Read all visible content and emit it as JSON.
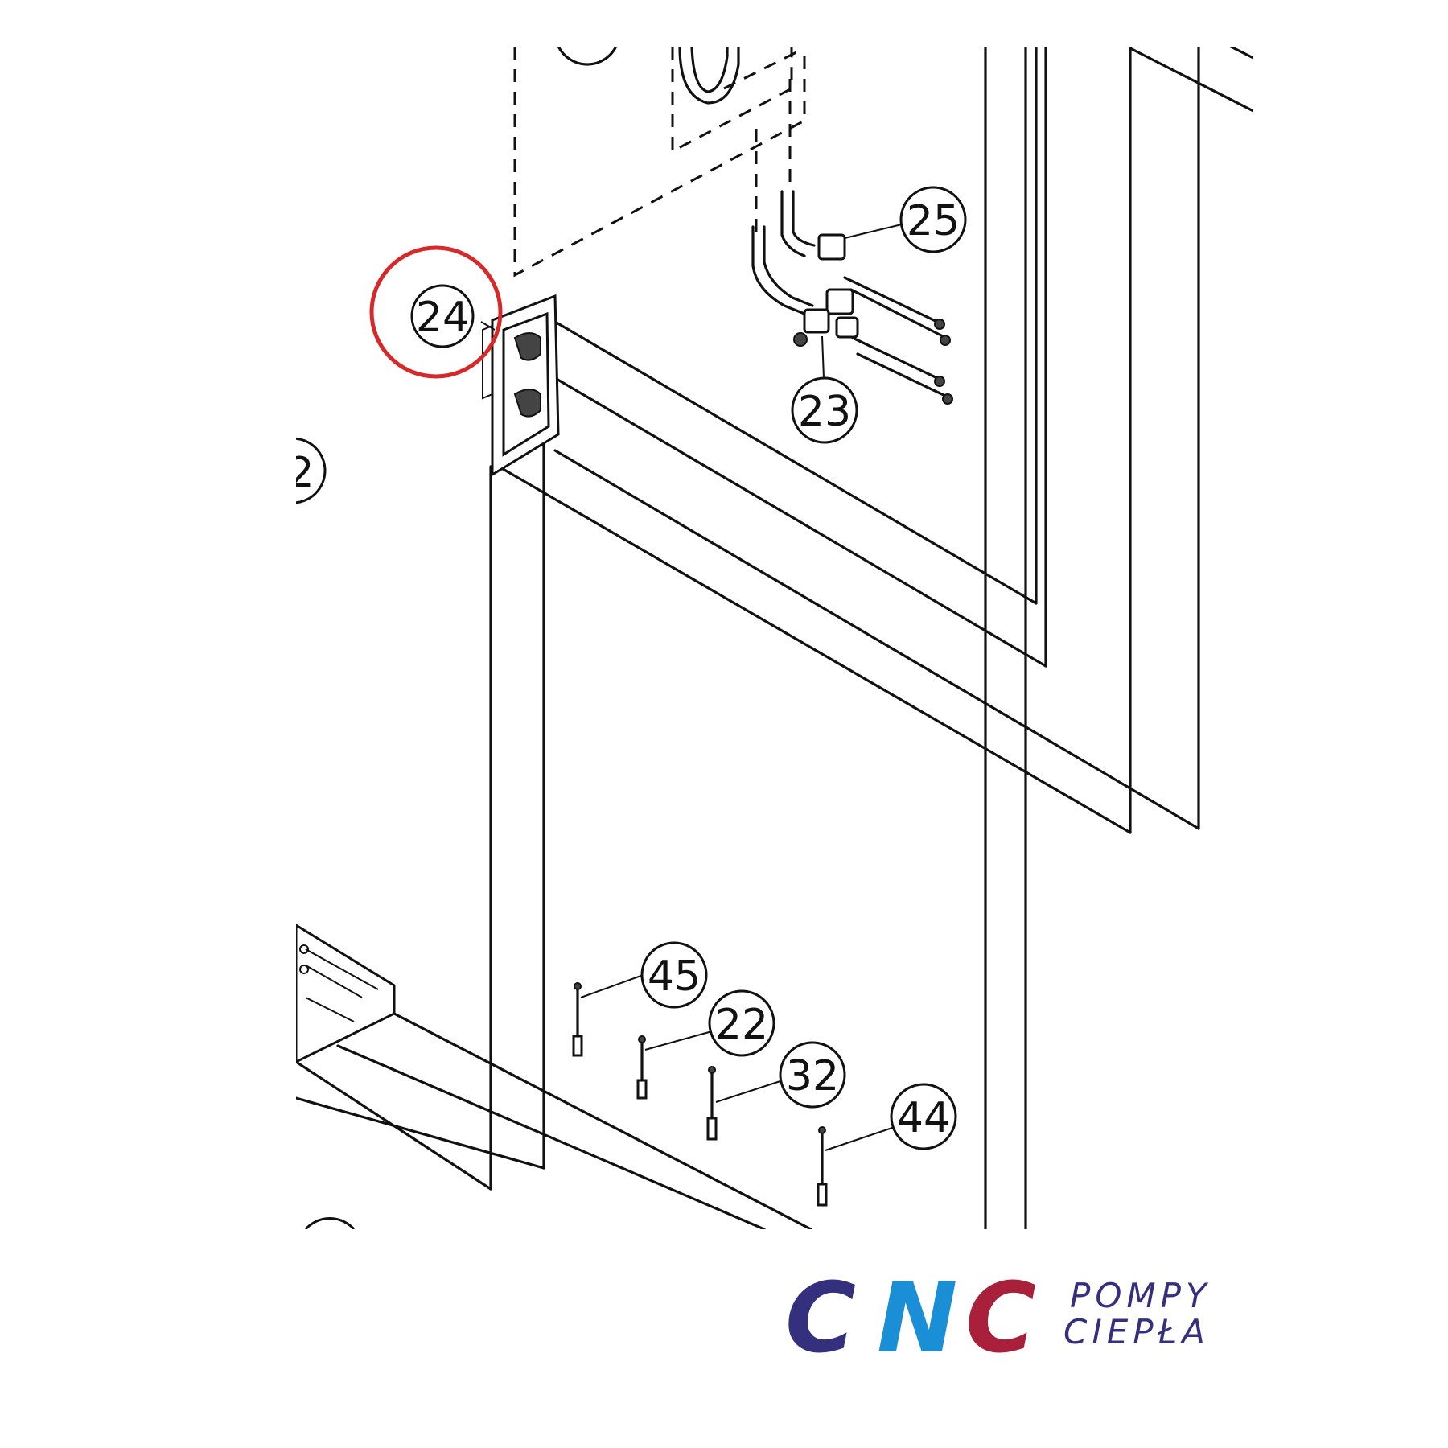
{
  "diagram": {
    "callouts": [
      {
        "id": "c25",
        "label": "25"
      },
      {
        "id": "c24",
        "label": "24",
        "highlighted": true
      },
      {
        "id": "c23",
        "label": "23"
      },
      {
        "id": "c45",
        "label": "45"
      },
      {
        "id": "c22",
        "label": "22"
      },
      {
        "id": "c32",
        "label": "32"
      },
      {
        "id": "c44",
        "label": "44"
      }
    ],
    "partial_label": "2",
    "highlight_color": "#d62a2a"
  },
  "logo": {
    "brand": "CNC",
    "line1": "POMPY",
    "line2": "CIEPŁA",
    "color_dark": "#35307d",
    "color_blue": "#1a8fd6",
    "color_red": "#a8203a"
  }
}
